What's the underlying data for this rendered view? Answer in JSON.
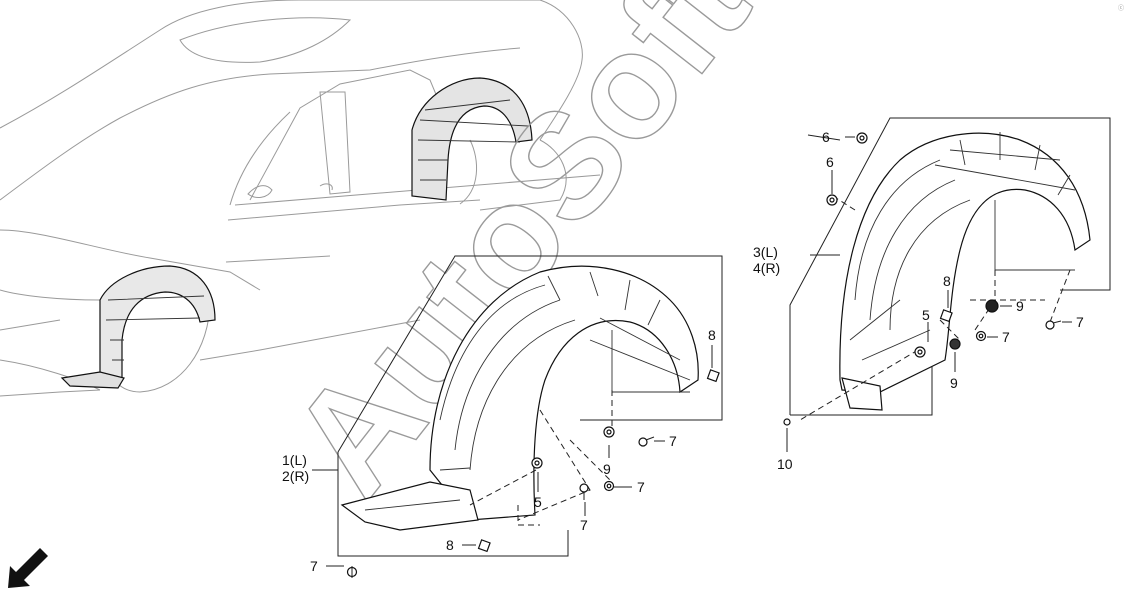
{
  "watermark": "AutoSoft",
  "corner_mark": "ⓒ ",
  "labels": {
    "part_1_2_left": "1(L)",
    "part_1_2_right": "2(R)",
    "part_3_4_left": "3(L)",
    "part_3_4_right": "4(R)",
    "n5": "5",
    "n6": "6",
    "n7": "7",
    "n8": "8",
    "n9": "9",
    "n10": "10"
  },
  "icons": {
    "direction": "front-direction-arrow-icon"
  }
}
